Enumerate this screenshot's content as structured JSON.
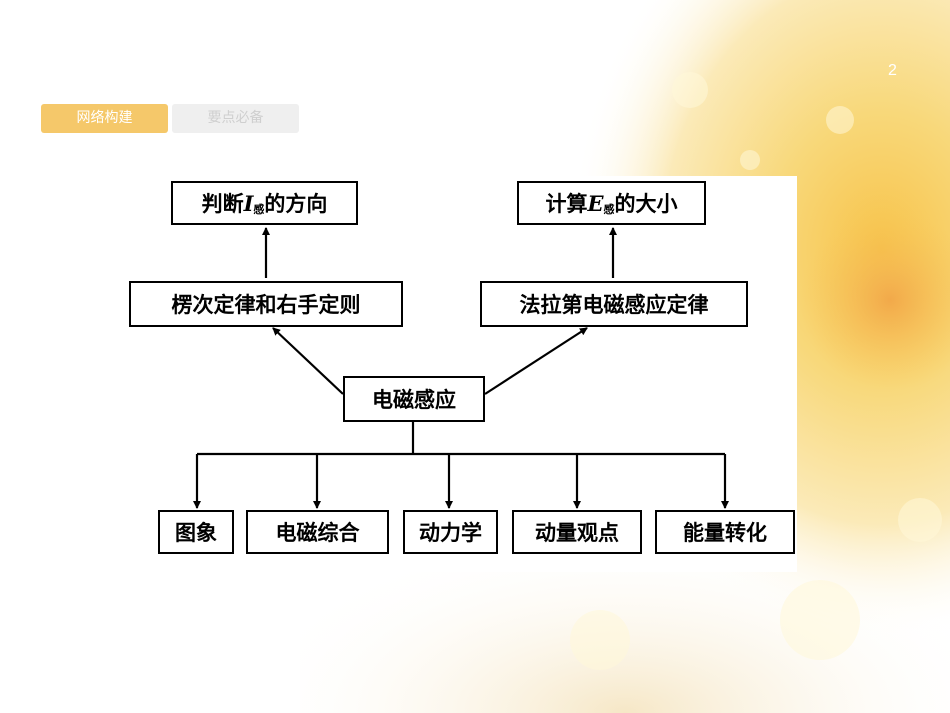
{
  "slide": {
    "page_number": "2"
  },
  "tabs": [
    {
      "label": "网络构建",
      "active": true
    },
    {
      "label": "要点必备",
      "active": false
    }
  ],
  "diagram": {
    "center": "电磁感应",
    "left_law": "楞次定律和右手定则",
    "right_law": "法拉第电磁感应定律",
    "left_top": {
      "pre": "判断",
      "var": "I",
      "sub": "感",
      "post": "的方向"
    },
    "right_top": {
      "pre": "计算",
      "var": "E",
      "sub": "感",
      "post": "的大小"
    },
    "bottom": [
      "图象",
      "电磁综合",
      "动力学",
      "动量观点",
      "能量转化"
    ]
  },
  "colors": {
    "accent_tab": "#f5c86a",
    "inactive_tab": "#efefef",
    "line": "#000000"
  }
}
